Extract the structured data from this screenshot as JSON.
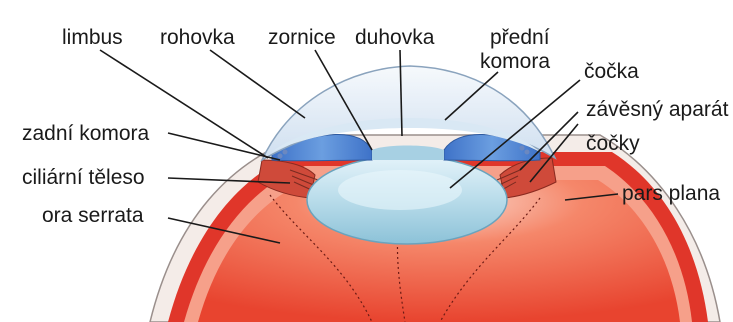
{
  "labels": {
    "limbus": "limbus",
    "rohovka": "rohovka",
    "zornice": "zornice",
    "duhovka": "duhovka",
    "predni_line1": "přední",
    "predni_line2": "komora",
    "cocka": "čočka",
    "zavesny_line1": "závěsný aparát",
    "zavesny_line2": "čočky",
    "zadni_komora": "zadní komora",
    "ciliarni": "ciliární těleso",
    "pars_plana": "pars plana",
    "ora_serrata": "ora serrata"
  },
  "colors": {
    "sclera": "#f3ece9",
    "choroid": "#e83a2e",
    "vitreous": "#f06a4c",
    "cornea": "#e6eef6",
    "iris": "#4a7fd0",
    "lens": "#b8dbe9",
    "ciliary": "#cf4a3a"
  }
}
